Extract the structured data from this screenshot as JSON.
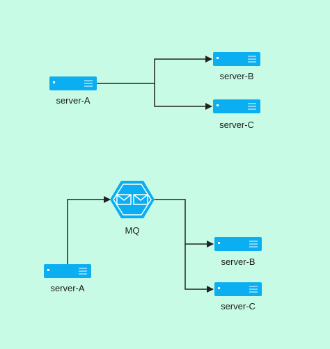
{
  "colors": {
    "background": "#c8fbe6",
    "server_fill": "#0aaef1",
    "server_detail": "#ffffff",
    "connector": "#222222",
    "mq_fill": "#0aaef1"
  },
  "diagram_top": {
    "source_label": "server-A",
    "target_b_label": "server-B",
    "target_c_label": "server-C"
  },
  "diagram_bottom": {
    "source_label": "server-A",
    "mq_label": "MQ",
    "mq_icon": "envelope-icon",
    "target_b_label": "server-B",
    "target_c_label": "server-C"
  }
}
